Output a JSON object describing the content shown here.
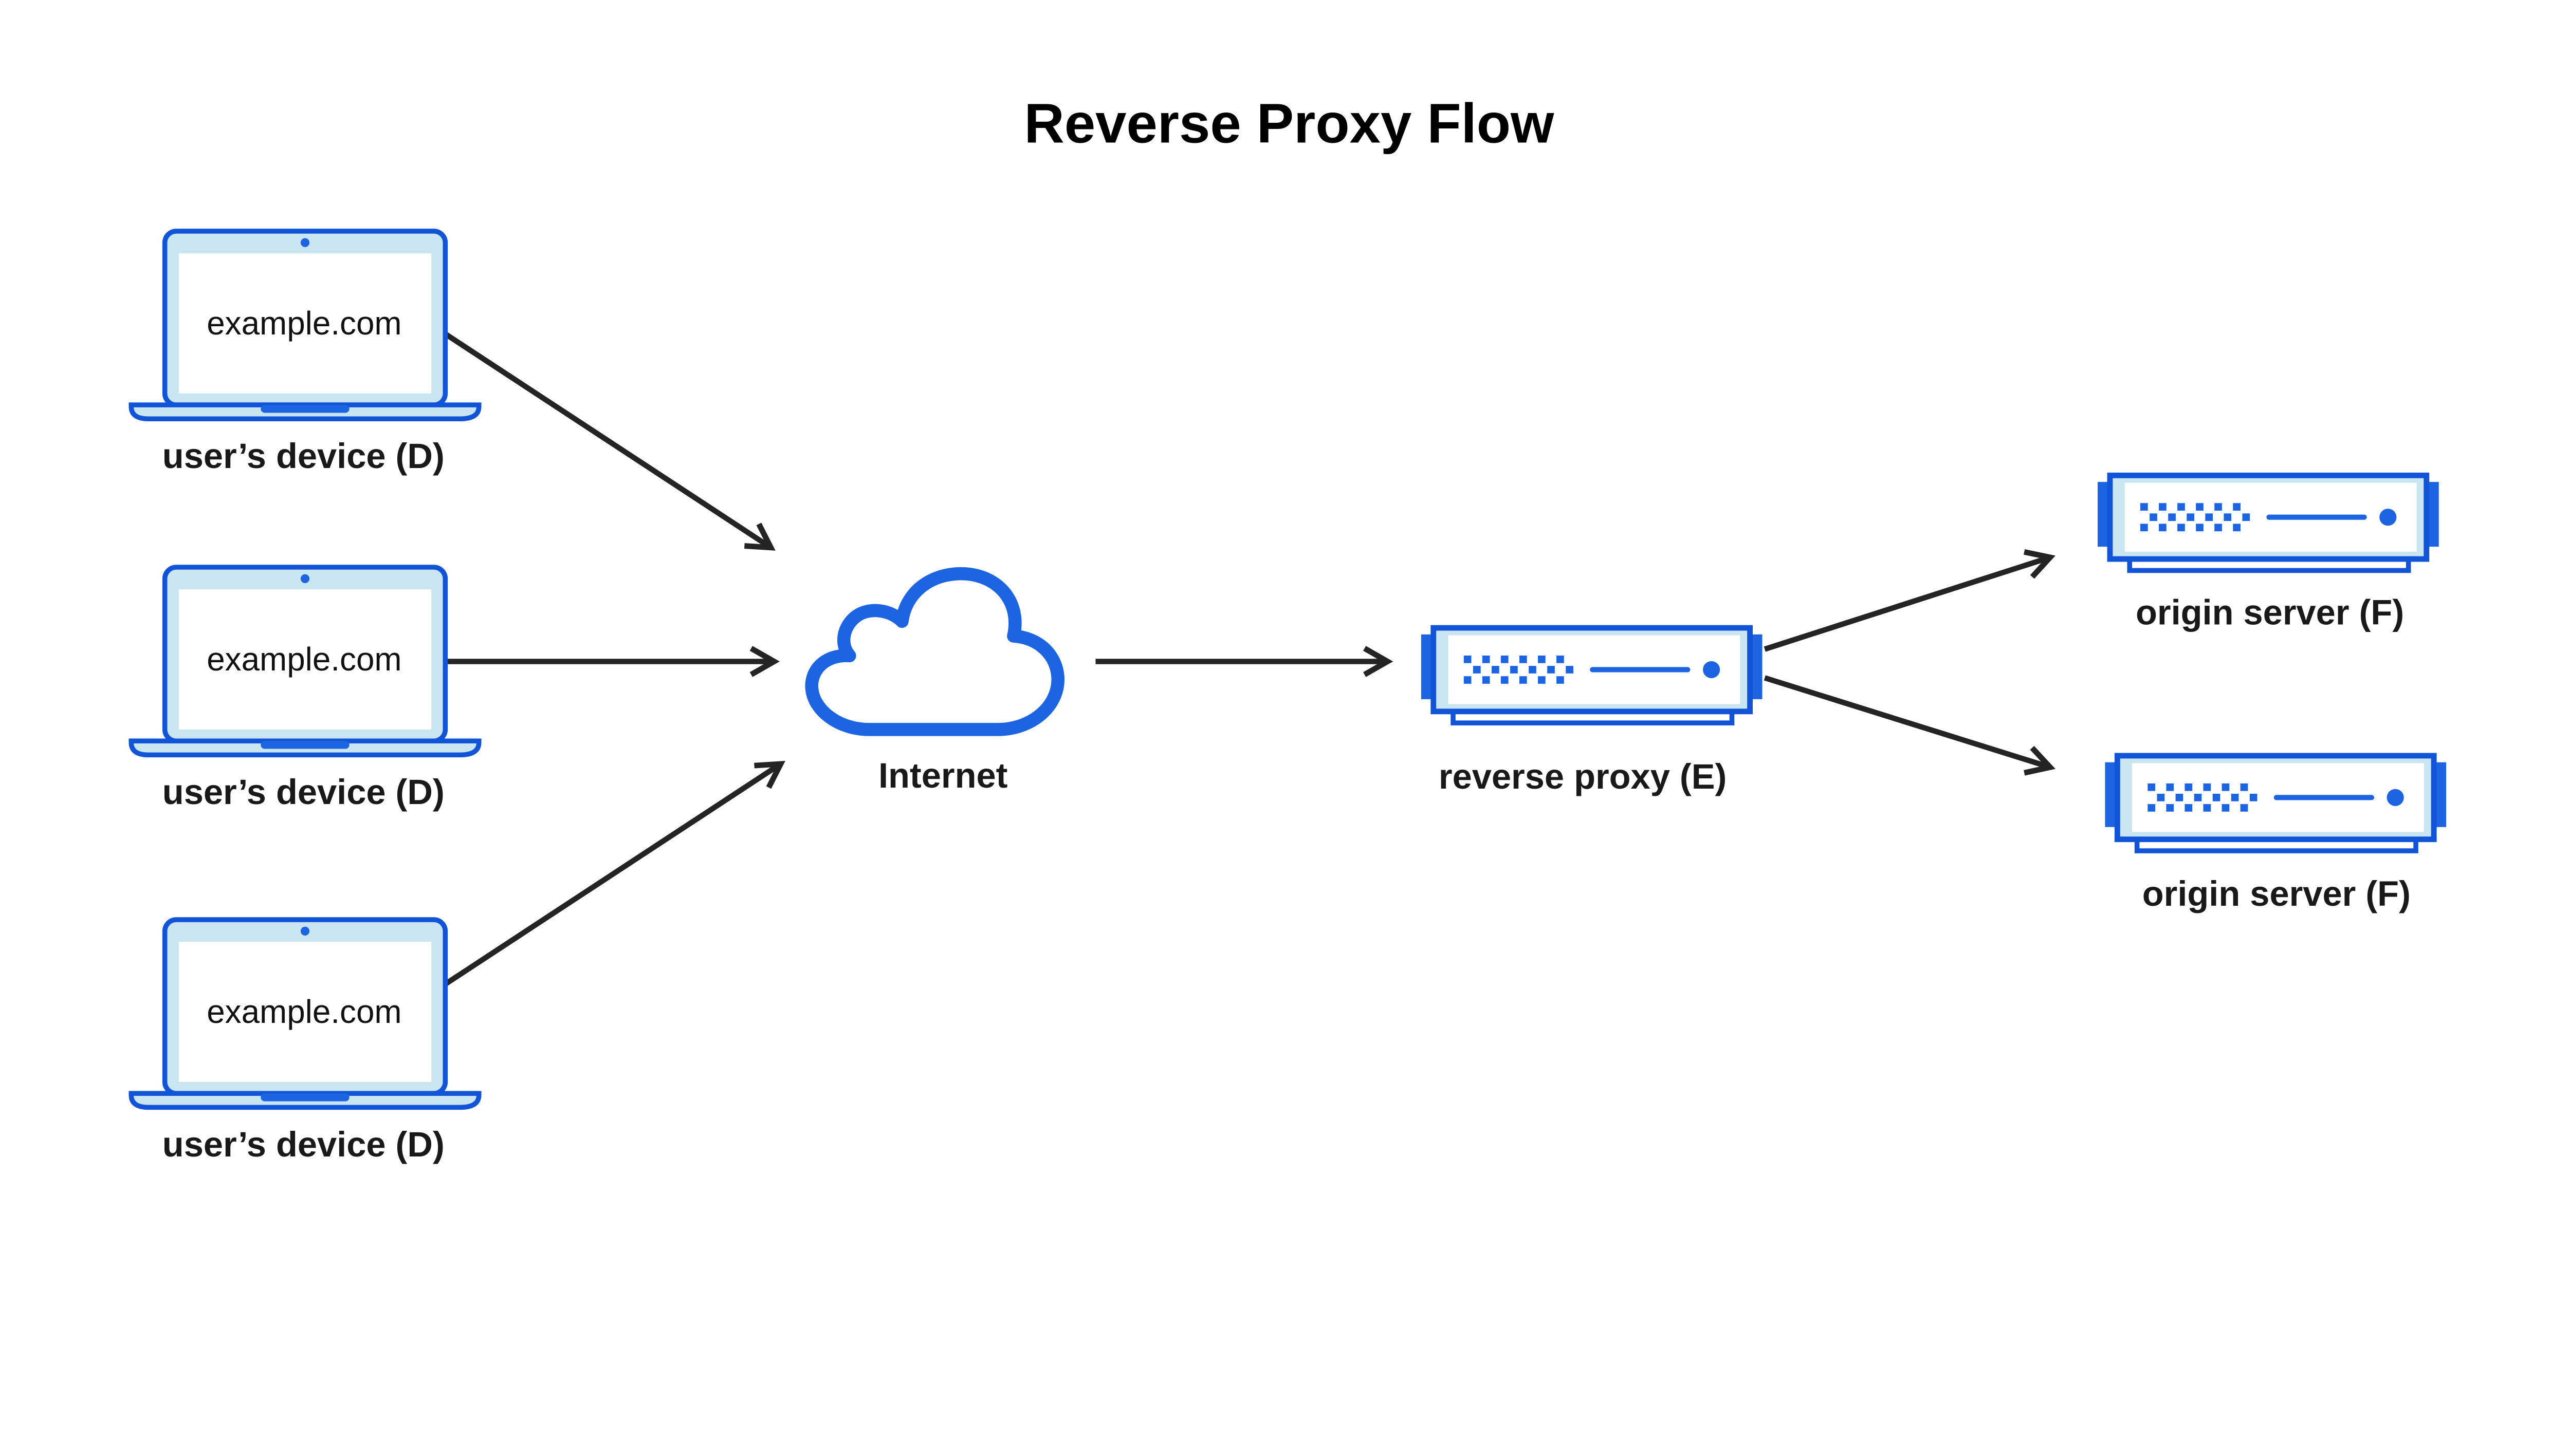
{
  "title": "Reverse Proxy Flow",
  "colors": {
    "primary_blue": "#1254d8",
    "solid_blue": "#1d64e2",
    "light_blue": "#c9e5f1",
    "arrow_dark": "#242424",
    "text_dark": "#191919"
  },
  "devices": [
    {
      "screen_text": "example.com",
      "label": "user’s device (D)"
    },
    {
      "screen_text": "example.com",
      "label": "user’s device (D)"
    },
    {
      "screen_text": "example.com",
      "label": "user’s device (D)"
    }
  ],
  "internet": {
    "label": "Internet"
  },
  "reverse_proxy": {
    "label": "reverse proxy (E)"
  },
  "origin_servers": [
    {
      "label": "origin server (F)"
    },
    {
      "label": "origin server (F)"
    }
  ],
  "edges": [
    {
      "from": "user-device-1",
      "to": "internet"
    },
    {
      "from": "user-device-2",
      "to": "internet"
    },
    {
      "from": "user-device-3",
      "to": "internet"
    },
    {
      "from": "internet",
      "to": "reverse-proxy"
    },
    {
      "from": "reverse-proxy",
      "to": "origin-server-1"
    },
    {
      "from": "reverse-proxy",
      "to": "origin-server-2"
    }
  ]
}
